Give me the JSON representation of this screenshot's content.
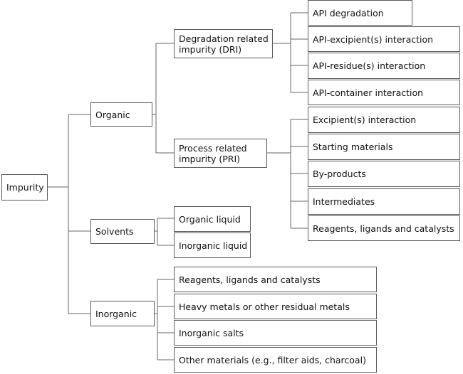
{
  "root": {
    "label": "Impurity"
  },
  "organic": {
    "label": "Organic",
    "dri": {
      "label": "Degradation related impurity (DRI)",
      "items": [
        "API degradation",
        "API-excipient(s) interaction",
        "API-residue(s) interaction",
        "API-container interaction"
      ]
    },
    "pri": {
      "label": "Process related impurity (PRI)",
      "items": [
        "Excipient(s) interaction",
        "Starting materials",
        "By-products",
        "Intermediates",
        "Reagents, ligands and catalysts"
      ]
    }
  },
  "solvents": {
    "label": "Solvents",
    "items": [
      "Organic liquid",
      "Inorganic liquid"
    ]
  },
  "inorganic": {
    "label": "Inorganic",
    "items": [
      "Reagents, ligands and catalysts",
      "Heavy metals or other residual metals",
      "Inorganic salts",
      "Other materials (e.g., filter aids, charcoal)"
    ]
  }
}
